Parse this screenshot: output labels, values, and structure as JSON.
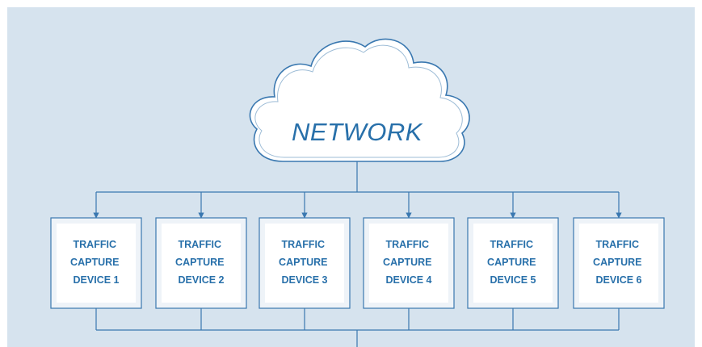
{
  "diagram": {
    "cloud": {
      "label": "NETWORK",
      "icon": "cloud-icon"
    },
    "devices": [
      {
        "line1": "TRAFFIC",
        "line2": "CAPTURE",
        "line3": "DEVICE 1"
      },
      {
        "line1": "TRAFFIC",
        "line2": "CAPTURE",
        "line3": "DEVICE 2"
      },
      {
        "line1": "TRAFFIC",
        "line2": "CAPTURE",
        "line3": "DEVICE 3"
      },
      {
        "line1": "TRAFFIC",
        "line2": "CAPTURE",
        "line3": "DEVICE 4"
      },
      {
        "line1": "TRAFFIC",
        "line2": "CAPTURE",
        "line3": "DEVICE 5"
      },
      {
        "line1": "TRAFFIC",
        "line2": "CAPTURE",
        "line3": "DEVICE 6"
      }
    ],
    "colors": {
      "background": "#d6e3ee",
      "accent": "#2870aa",
      "box_fill": "#ffffff",
      "line": "#3a78b0"
    }
  }
}
